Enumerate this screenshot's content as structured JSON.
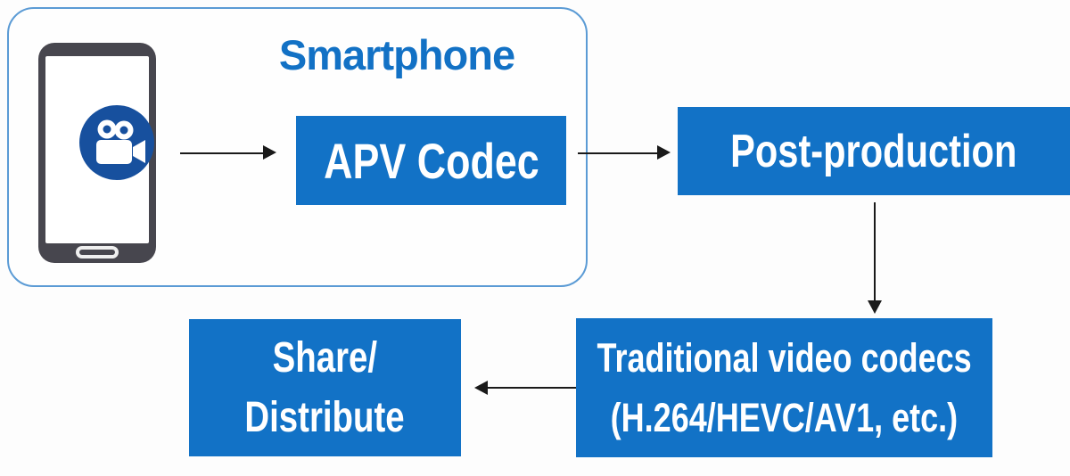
{
  "diagram": {
    "group": {
      "label": "Smartphone"
    },
    "nodes": {
      "apv": {
        "label": "APV Codec"
      },
      "post": {
        "label": "Post-production"
      },
      "traditional": {
        "line1": "Traditional video codecs",
        "line2": "(H.264/HEVC/AV1, etc.)"
      },
      "share": {
        "line1": "Share/",
        "line2": "Distribute"
      }
    },
    "edges": [
      {
        "from": "smartphone-camera",
        "to": "apv",
        "direction": "right"
      },
      {
        "from": "apv",
        "to": "post",
        "direction": "right"
      },
      {
        "from": "post",
        "to": "traditional",
        "direction": "down"
      },
      {
        "from": "traditional",
        "to": "share",
        "direction": "left"
      }
    ],
    "icons": {
      "phone": "smartphone-icon",
      "camera": "video-camera-icon"
    },
    "colors": {
      "node_fill": "#1272C6",
      "title_text": "#1271C5",
      "camera_circle": "#17509E",
      "group_border": "#5B9BD5",
      "phone_body": "#47464E",
      "arrow": "#1A1A1A"
    }
  }
}
